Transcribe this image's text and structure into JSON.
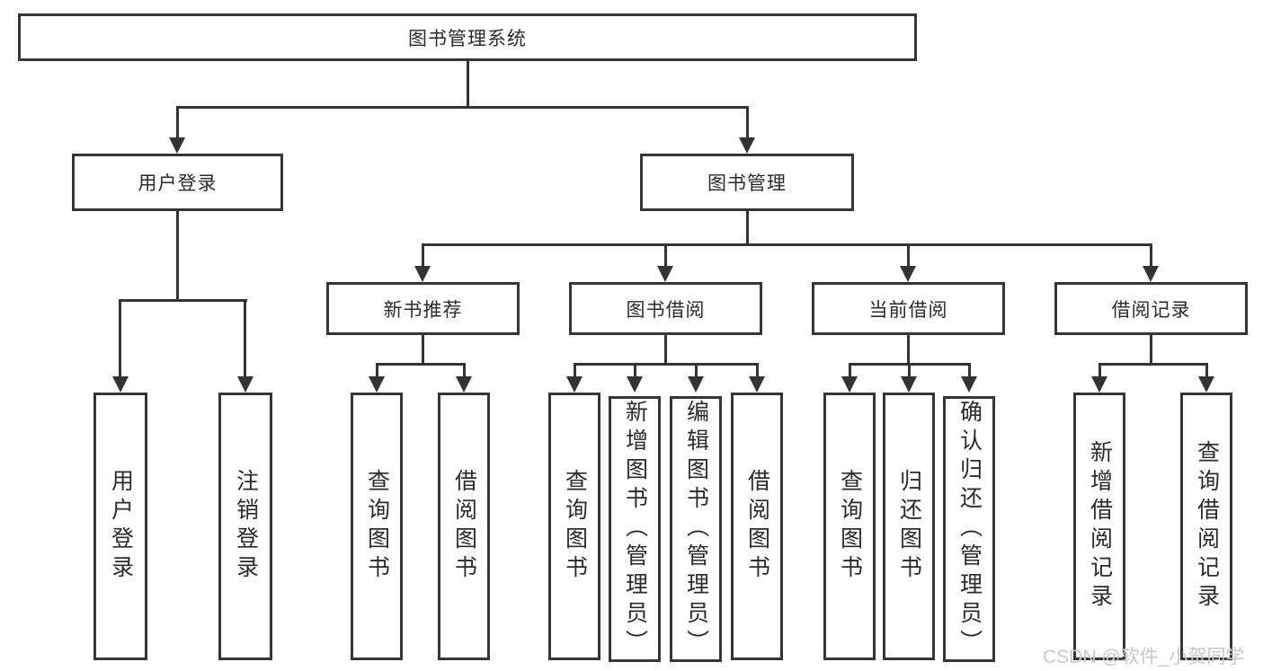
{
  "tree": {
    "root_label": "图书管理系统",
    "level2": [
      {
        "label": "用户登录",
        "leaves": [
          "用户登录",
          "注销登录"
        ]
      },
      {
        "label": "图书管理",
        "groups": [
          {
            "label": "新书推荐",
            "leaves": [
              "查询图书",
              "借阅图书"
            ]
          },
          {
            "label": "图书借阅",
            "leaves": [
              "查询图书",
              "新增图书（管理员）",
              "编辑图书（管理员）",
              "借阅图书"
            ]
          },
          {
            "label": "当前借阅",
            "leaves": [
              "查询图书",
              "归还图书",
              "确认归还（管理员）"
            ]
          },
          {
            "label": "借阅记录",
            "leaves": [
              "新增借阅记录",
              "查询借阅记录"
            ]
          }
        ]
      }
    ]
  },
  "watermark": "CSDN @软件_小贺同学",
  "colors": {
    "line": "#333333",
    "box_border": "#363636",
    "text": "#2b2b2b",
    "watermark": "#c9c9c9",
    "background": "#ffffff"
  }
}
